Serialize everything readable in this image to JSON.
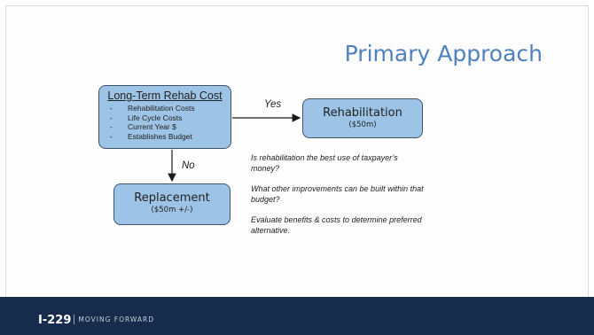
{
  "title": "Primary Approach",
  "main_box": {
    "heading": "Long-Term Rehab Cost",
    "items": [
      "Rehabilitation Costs",
      "Life Cycle Costs",
      "Current Year $",
      "Establishes Budget"
    ]
  },
  "rehab_box": {
    "label": "Rehabilitation",
    "cost": "($50m)"
  },
  "replace_box": {
    "label": "Replacement",
    "cost": "($50m +/-)"
  },
  "edge_labels": {
    "yes": "Yes",
    "no": "No"
  },
  "notes": [
    "Is rehabilitation the best use of taxpayer’s money?",
    "What other improvements can be built within that budget?",
    "Evaluate benefits & costs to determine preferred alternative."
  ],
  "footer": {
    "brand_main": "I-229",
    "brand_sub": "MOVING FORWARD"
  },
  "colors": {
    "box_fill": "#9dc3e6",
    "title": "#4f81bd",
    "footer": "#172b4d"
  }
}
